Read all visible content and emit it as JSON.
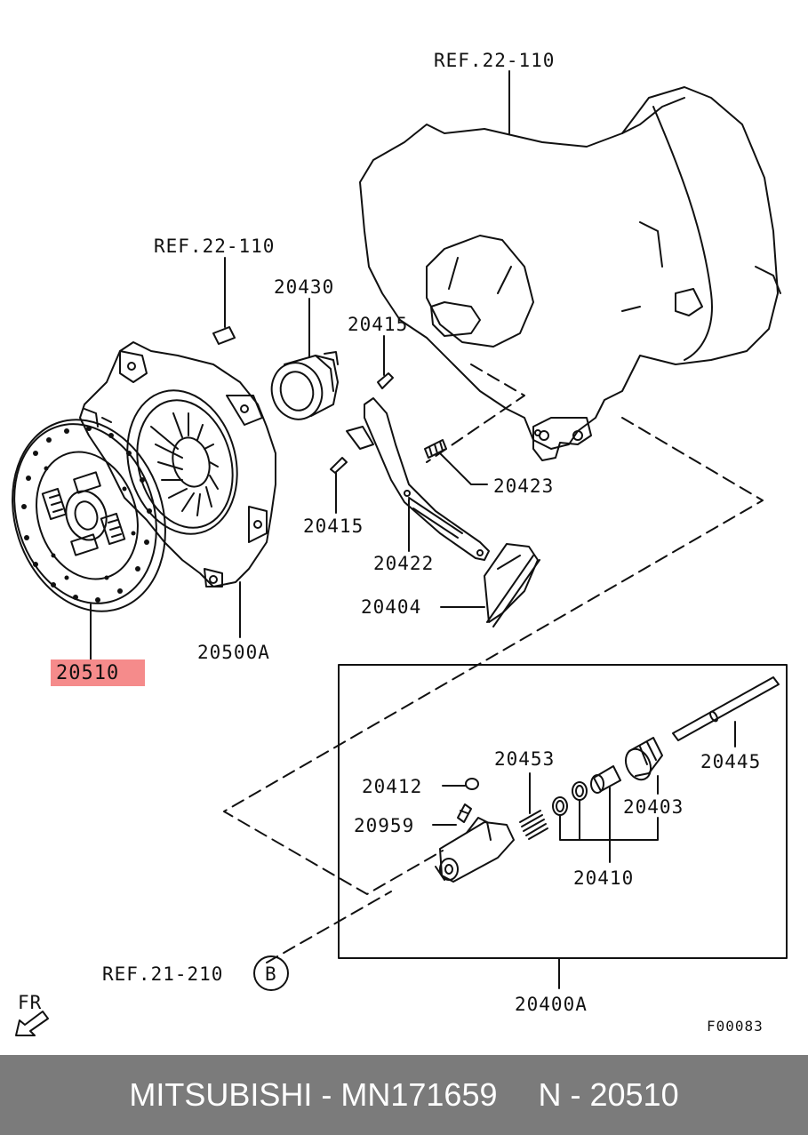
{
  "diagram": {
    "callouts": {
      "ref_transmission": "REF.22-110",
      "ref_bolt": "REF.22-110",
      "bearing": "20430",
      "clip_upper": "20415",
      "clip_lower": "20415",
      "pivot": "20423",
      "fork": "20422",
      "boot": "20404",
      "clutch_disc": "20510",
      "clutch_cover": "20500A",
      "slave_pushrod": "20445",
      "kit_20453": "20453",
      "bleeder_cap": "20412",
      "bleeder_screw": "20959",
      "slave_boot": "20403",
      "repair_kit": "20410",
      "slave_cylinder": "20400A",
      "ref_bracket": "REF.21-210",
      "ref_circle": "B",
      "front_arrow": "FR",
      "figure_code": "F00083"
    },
    "highlighted_part": "20510",
    "highlight_color": "#f58b8b"
  },
  "footer": {
    "brand_part": "MITSUBISHI - MN171659",
    "ref_no": "N - 20510",
    "bg_color": "#7b7b7b"
  }
}
